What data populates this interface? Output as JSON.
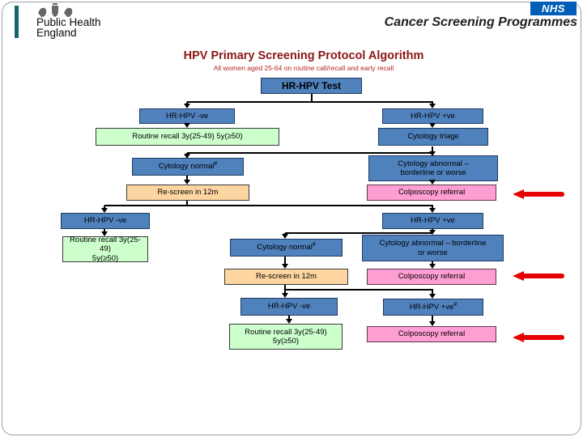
{
  "page": {
    "title": "HPV Primary Screening Protocol Algorithm",
    "subtitle": "All women aged 25-64 on routine call/recall and early recall"
  },
  "header": {
    "phe": {
      "name_line1": "Public Health",
      "name_line2": "England"
    },
    "nhs_logo_text": "NHS",
    "programme_title": "Cancer Screening Programmes"
  },
  "colors": {
    "node_blue": "#4f81bd",
    "node_green": "#ccffcc",
    "node_orange": "#fcd5a0",
    "node_pink": "#ff9ed2",
    "nhs_blue": "#005eb8",
    "phe_teal": "#17666e",
    "red_arrow": "#e60000",
    "title_red": "#8b1515"
  },
  "nodes": {
    "test": {
      "label": "HR-HPV Test"
    },
    "neg1": {
      "label": "HR-HPV -ve"
    },
    "pos1": {
      "label": "HR-HPV +ve"
    },
    "recall1": {
      "label": "Routine recall 3y(25-49) 5y(≥50)"
    },
    "triage": {
      "label": "Cytology triage"
    },
    "normal1": {
      "label": "Cytology normal",
      "sup": "#"
    },
    "abnormal1": {
      "line1": "Cytology abnormal –",
      "line2": "borderline or worse"
    },
    "rescreen1": {
      "label": "Re-screen in 12m"
    },
    "colpo1": {
      "label": "Colposcopy referral"
    },
    "neg2": {
      "label": "HR-HPV -ve"
    },
    "pos2": {
      "label": "HR-HPV +ve"
    },
    "recall2": {
      "line1": "Routine recall 3y(25-49)",
      "line2": "5y(≥50)"
    },
    "normal2": {
      "label": "Cytology normal",
      "sup": "#"
    },
    "abnormal2": {
      "line1": "Cytology abnormal – borderline",
      "line2": "or worse"
    },
    "rescreen2": {
      "label": "Re-screen in 12m"
    },
    "colpo2": {
      "label": "Colposcopy referral"
    },
    "neg3": {
      "label": "HR-HPV -ve"
    },
    "pos3": {
      "label": "HR-HPV +ve",
      "sup": "#"
    },
    "recall3": {
      "line1": "Routine recall 3y(25-49)",
      "line2": "5y(≥50)"
    },
    "colpo3": {
      "label": "Colposcopy referral"
    }
  }
}
